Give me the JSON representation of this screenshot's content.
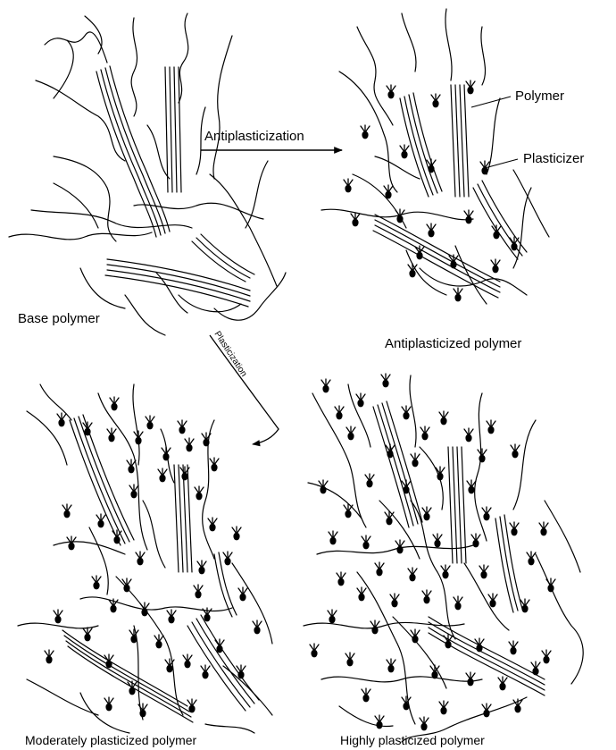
{
  "labels": {
    "arrow_antiplasticization": "Antiplasticization",
    "arrow_plasticization": "Plasticization",
    "callout_polymer": "Polymer",
    "callout_plasticizer": "Plasticizer",
    "panel_base": "Base polymer",
    "panel_anti": "Antiplasticized polymer",
    "panel_moderate": "Moderately plasticized polymer",
    "panel_high": "Highly plasticized polymer"
  },
  "colors": {
    "ink": "#000000",
    "background": "#ffffff"
  },
  "plasticizer_density": {
    "base_polymer": 0,
    "antiplasticized_polymer": "low",
    "moderately_plasticized_polymer": "medium",
    "highly_plasticized_polymer": "high"
  }
}
